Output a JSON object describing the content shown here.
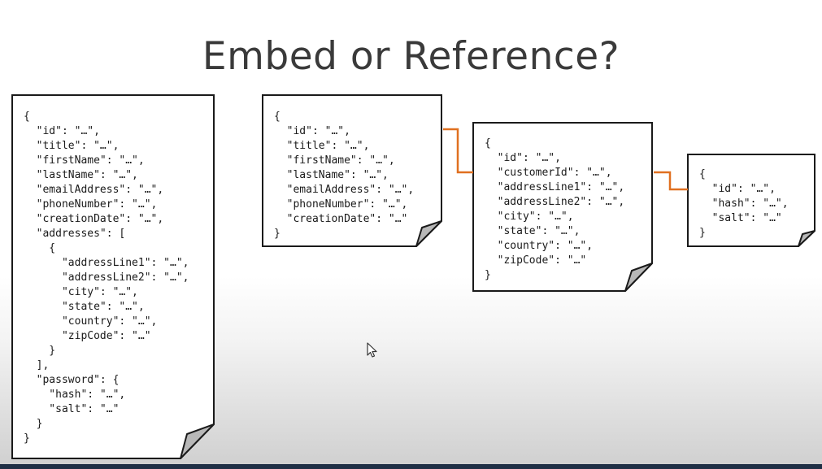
{
  "slide": {
    "title": "Embed or Reference?"
  },
  "documents": {
    "embedded": "{\n  \"id\": \"…\",\n  \"title\": \"…\",\n  \"firstName\": \"…\",\n  \"lastName\": \"…\",\n  \"emailAddress\": \"…\",\n  \"phoneNumber\": \"…\",\n  \"creationDate\": \"…\",\n  \"addresses\": [\n    {\n      \"addressLine1\": \"…\",\n      \"addressLine2\": \"…\",\n      \"city\": \"…\",\n      \"state\": \"…\",\n      \"country\": \"…\",\n      \"zipCode\": \"…\"\n    }\n  ],\n  \"password\": {\n    \"hash\": \"…\",\n    \"salt\": \"…\"\n  }\n}",
    "customer": "{\n  \"id\": \"…\",\n  \"title\": \"…\",\n  \"firstName\": \"…\",\n  \"lastName\": \"…\",\n  \"emailAddress\": \"…\",\n  \"phoneNumber\": \"…\",\n  \"creationDate\": \"…\"\n}",
    "address": "{\n  \"id\": \"…\",\n  \"customerId\": \"…\",\n  \"addressLine1\": \"…\",\n  \"addressLine2\": \"…\",\n  \"city\": \"…\",\n  \"state\": \"…\",\n  \"country\": \"…\",\n  \"zipCode\": \"…\"\n}",
    "password": "{\n  \"id\": \"…\",\n  \"hash\": \"…\",\n  \"salt\": \"…\"\n}"
  },
  "colors": {
    "connector": "#e07020",
    "border": "#1a1a1a",
    "fold": "#b8b8b8"
  }
}
